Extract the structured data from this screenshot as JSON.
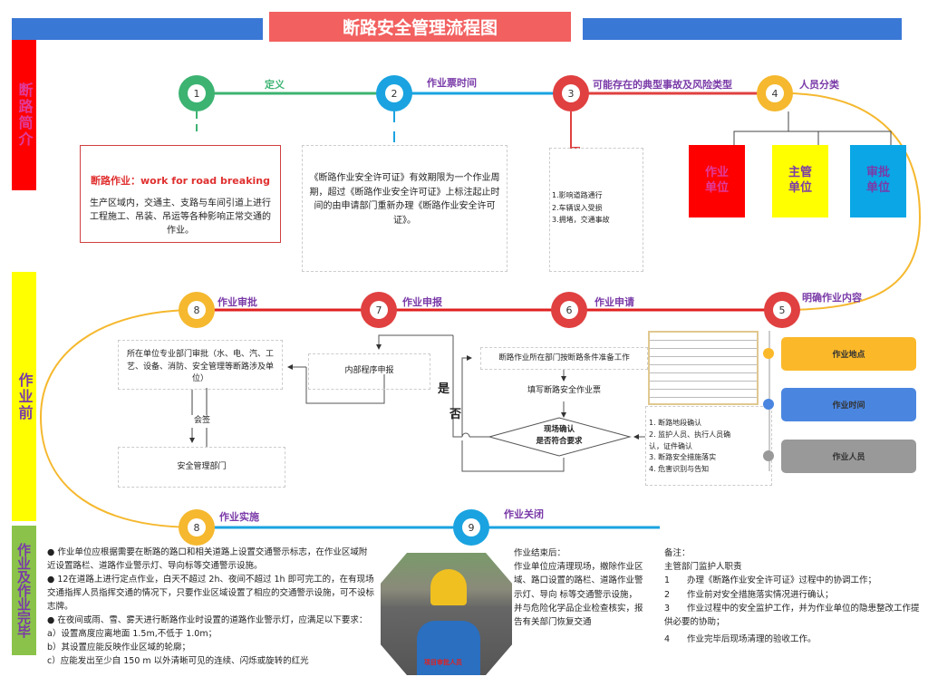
{
  "title": "断路安全管理流程图",
  "sections": {
    "intro": "断路简介",
    "before": "作业前",
    "during": "作业及作业完毕"
  },
  "steps": [
    {
      "num": "1",
      "label": "定义",
      "color": "#3cb371"
    },
    {
      "num": "2",
      "label": "作业票时间",
      "color": "#1aa3e0"
    },
    {
      "num": "3",
      "label": "可能存在的典型事故及风险类型",
      "color": "#e04040"
    },
    {
      "num": "4",
      "label": "人员分类",
      "color": "#f5b82e"
    },
    {
      "num": "5",
      "label": "明确作业内容",
      "color": "#e04040"
    },
    {
      "num": "6",
      "label": "作业申请",
      "color": "#e04040"
    },
    {
      "num": "7",
      "label": "作业申报",
      "color": "#e04040"
    },
    {
      "num": "8",
      "label": "作业审批",
      "color": "#f5b82e"
    },
    {
      "num": "8",
      "label": "作业实施",
      "color": "#f5b82e"
    },
    {
      "num": "9",
      "label": "作业关闭",
      "color": "#1aa3e0"
    }
  ],
  "definition": {
    "heading": "断路作业：work for road breaking",
    "body": "生产区域内，交通主、支路与车间引道上进行工程施工、吊装、吊运等各种影响正常交通的作业。"
  },
  "ticket_time": "《断路作业安全许可证》有效期限为一个作业周期，超过《断路作业安全许可证》上标注起止时间的由申请部门重新办理《断路作业安全许可证》。",
  "risks": [
    "1.影响道路通行",
    "2.车辆误入受损",
    "3.拥堵，交通事故"
  ],
  "personnel": [
    {
      "label": "作业单位",
      "color": "#ff0000"
    },
    {
      "label": "主管单位",
      "color": "#ffff00"
    },
    {
      "label": "审批单位",
      "color": "#0aa6e6"
    }
  ],
  "content_items": [
    {
      "label": "作业地点",
      "color": "#fbb829"
    },
    {
      "label": "作业时间",
      "color": "#4a86e0"
    },
    {
      "label": "作业人员",
      "color": "#999999"
    }
  ],
  "flow": {
    "approval": "所在单位专业部门审批（水、电、汽、工艺、设备、消防、安全管理等断路涉及单位）",
    "countersign": "会签",
    "safety_dept": "安全管理部门",
    "internal": "内部程序申报",
    "prepare": "断路作业所在部门按断路条件准备工作",
    "fill": "填写断路安全作业票",
    "decision": "现场确认\n是否符合要求",
    "yes": "是",
    "no": "否",
    "checks": [
      "1. 断路地段确认",
      "2. 监护人员、执行人员确认，证件确认",
      "3. 断路安全措施落实",
      "4. 危害识别与告知"
    ]
  },
  "implementation": {
    "bullets": [
      "作业单位应根据需要在断路的路口和相关道路上设置交通警示标志，在作业区域附近设置路栏、道路作业警示灯、导向标等交通警示设施。",
      "12在道路上进行定点作业，白天不超过 2h、夜间不超过 1h 即可完工的，在有现场交通指挥人员指挥交通的情况下，只要作业区域设置了相应的交通警示设施，可不设标志牌。",
      "在夜间或雨、雪、雾天进行断路作业时设置的道路作业警示灯，应满足以下要求："
    ],
    "items": [
      "a）设置高度应离地面 1.5m,不低于 1.0m；",
      "b）其设置应能反映作业区域的轮廓；",
      "c）应能发出至少自 150 m 以外清晰可见的连续、闪烁或旋转的红光"
    ]
  },
  "photo_caption": "项目审批人员",
  "closing": [
    "作业结束后：",
    "作业单位应清理现场，撤除作业区域、路口设置的路栏、道路作业警示灯、导向 标等交通警示设施，",
    "并与危险化学品企业检查核实，报告有关部门恢复交通"
  ],
  "notes": {
    "title": "备注：",
    "subtitle": "主管部门监护人职责",
    "items": [
      "1　　办理《断路作业安全许可证》过程中的协调工作；",
      "2　　作业前对安全措施落实情况进行确认；",
      "3　　作业过程中的安全监护工作，并为作业单位的隐患整改工作提供必要的协助；",
      "4　　作业完毕后现场清理的验收工作。"
    ]
  }
}
